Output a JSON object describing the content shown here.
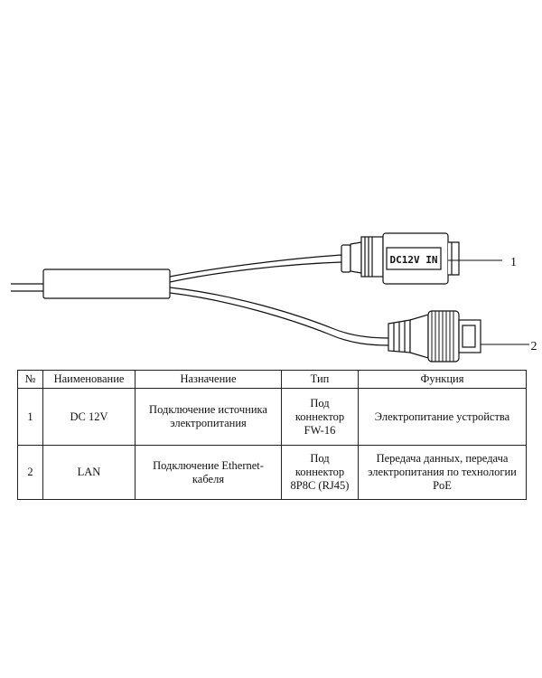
{
  "diagram": {
    "dc_jack_label": "DC12V IN",
    "callouts": [
      "1",
      "2"
    ]
  },
  "table": {
    "headers": [
      "№",
      "Наименование",
      "Назначение",
      "Тип",
      "Функция"
    ],
    "rows": [
      {
        "num": "1",
        "name": "DC 12V",
        "purpose": "Подключение источника электропитания",
        "type": "Под коннектор FW-16",
        "function": "Электропитание устройства"
      },
      {
        "num": "2",
        "name": "LAN",
        "purpose": "Подключение Ethernet-кабеля",
        "type": "Под коннектор 8P8C (RJ45)",
        "function": "Передача данных, передача электропитания по технологии PoE"
      }
    ]
  }
}
